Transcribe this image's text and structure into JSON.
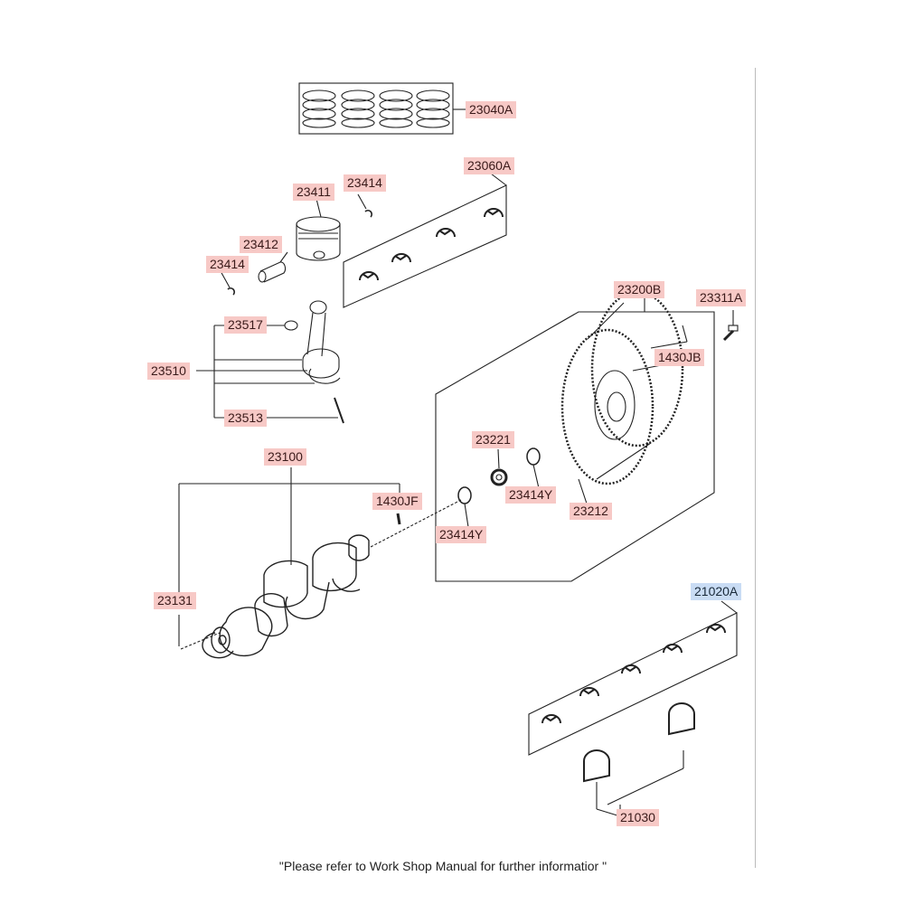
{
  "parts": {
    "p23040A": "23040A",
    "p23060A": "23060A",
    "p23411": "23411",
    "p23414_top": "23414",
    "p23412": "23412",
    "p23414_left": "23414",
    "p23517": "23517",
    "p23510": "23510",
    "p23513": "23513",
    "p23200B": "23200B",
    "p23311A": "23311A",
    "p1430JB": "1430JB",
    "p23221": "23221",
    "p23414Y_a": "23414Y",
    "p23212": "23212",
    "p23100": "23100",
    "p1430JF": "1430JF",
    "p23414Y_b": "23414Y",
    "p23131": "23131",
    "p21020A": "21020A",
    "p21030": "21030"
  },
  "colors": {
    "label_bg": "#f7c9c6",
    "label_selected_bg": "#c9dcf4",
    "line": "#222222"
  },
  "footer": "\"Please refer to Work Shop Manual for further informatior \""
}
